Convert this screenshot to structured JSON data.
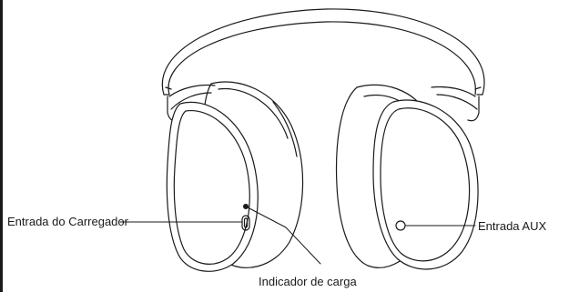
{
  "diagram": {
    "callouts": {
      "charger_input": "Entrada do Carregador",
      "aux_input": "Entrada AUX",
      "charge_indicator": "Indicador de carga"
    },
    "colors": {
      "stroke": "#1a1a1a",
      "fill": "#ffffff"
    }
  }
}
